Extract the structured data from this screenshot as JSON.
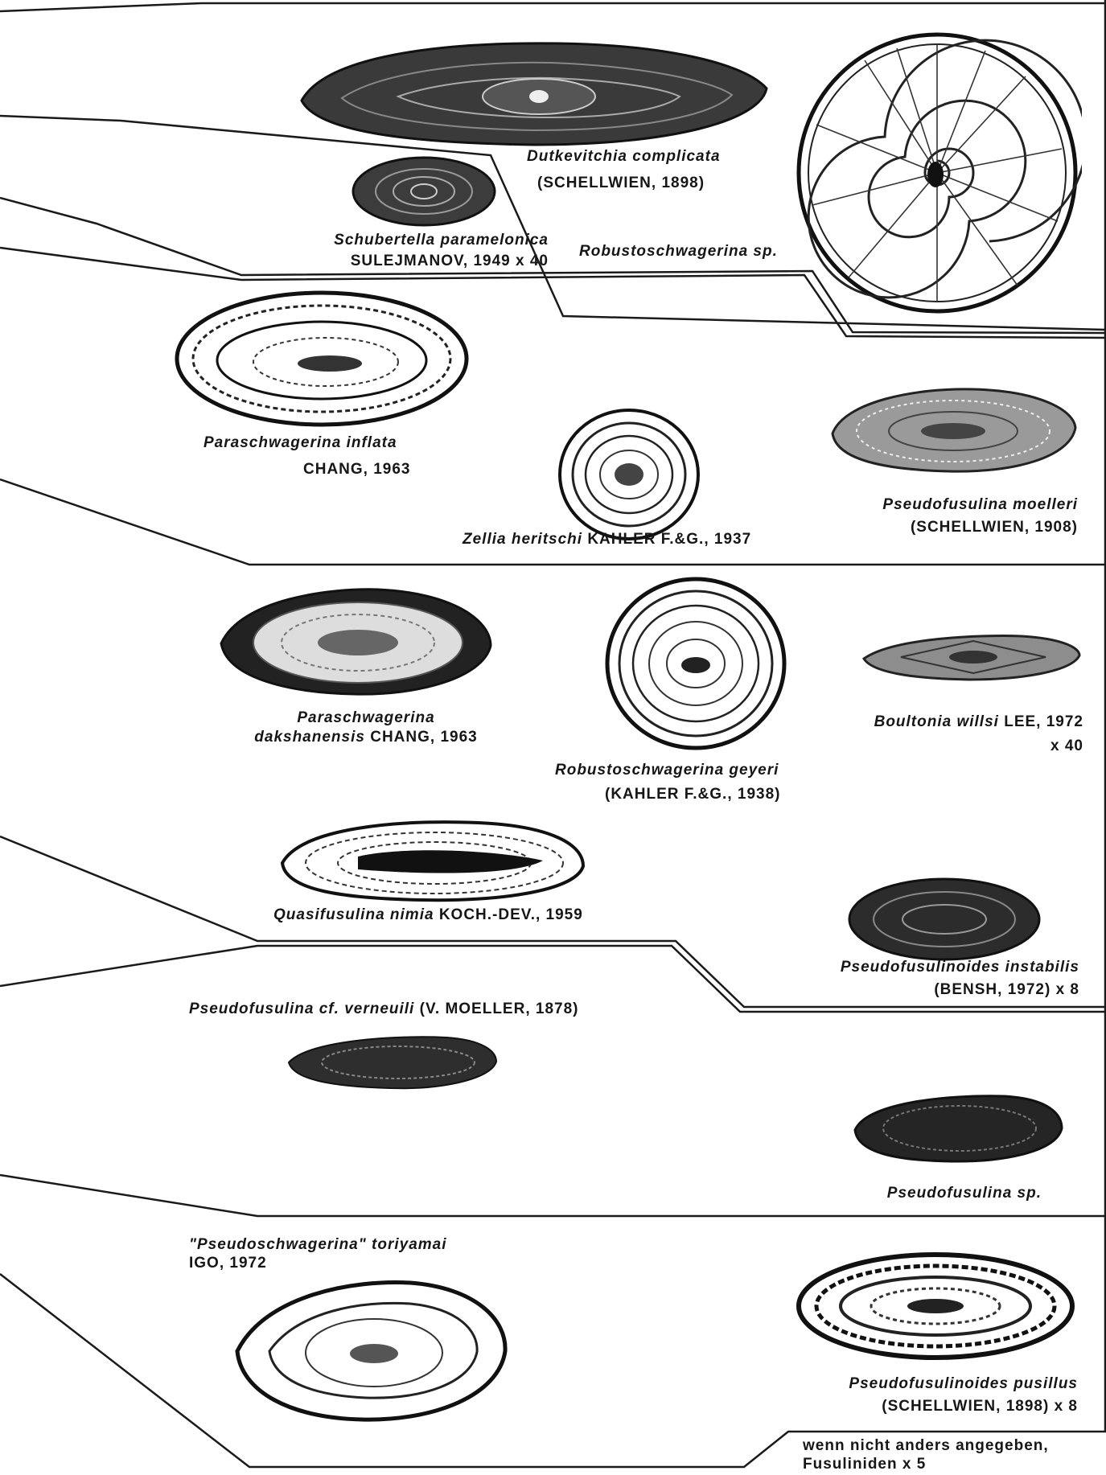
{
  "labels": {
    "dutkevitchia_name": "Dutkevitchia complicata",
    "dutkevitchia_author": "(SCHELLWIEN, 1898)",
    "schubertella_name": "Schubertella paramelonica",
    "schubertella_author": "SULEJMANOV, 1949 x 40",
    "robustoschwagerina_sp": "Robustoschwagerina sp.",
    "paraschwagerina_inflata_name": "Paraschwagerina inflata",
    "paraschwagerina_inflata_author": "CHANG, 1963",
    "zellia_name": "Zellia heritschi",
    "zellia_author": "KAHLER F.&G., 1937",
    "pseudofusulina_moelleri_name": "Pseudofusulina moelleri",
    "pseudofusulina_moelleri_author": "(SCHELLWIEN, 1908)",
    "paraschwagerina_dak_name1": "Paraschwagerina",
    "paraschwagerina_dak_name2": "dakshanensis",
    "paraschwagerina_dak_author": "CHANG, 1963",
    "boultonia_name": "Boultonia willsi",
    "boultonia_author": "LEE, 1972",
    "boultonia_mag": "x 40",
    "robustoschwagerina_geyeri_name": "Robustoschwagerina geyeri",
    "robustoschwagerina_geyeri_author": "(KAHLER F.&G., 1938)",
    "quasifusulina_name": "Quasifusulina nimia",
    "quasifusulina_author": "KOCH.-DEV., 1959",
    "pseudofusulinoides_instabilis_name": "Pseudofusulinoides instabilis",
    "pseudofusulinoides_instabilis_author": "(BENSH, 1972) x 8",
    "pseudofusulina_verneuili_name": "Pseudofusulina cf. verneuili",
    "pseudofusulina_verneuili_author": "(V. MOELLER, 1878)",
    "pseudofusulina_sp": "Pseudofusulina sp.",
    "pseudoschwagerina_name": "\"Pseudoschwagerina\" toriyamai",
    "pseudoschwagerina_author": "IGO, 1972",
    "pseudofusulinoides_pusillus_name": "Pseudofusulinoides pusillus",
    "pseudofusulinoides_pusillus_author": "(SCHELLWIEN, 1898) x 8",
    "note_line1": "wenn nicht anders angegeben,",
    "note_line2": "Fusuliniden x 5"
  },
  "colors": {
    "ink": "#161616",
    "background": "#ffffff"
  }
}
